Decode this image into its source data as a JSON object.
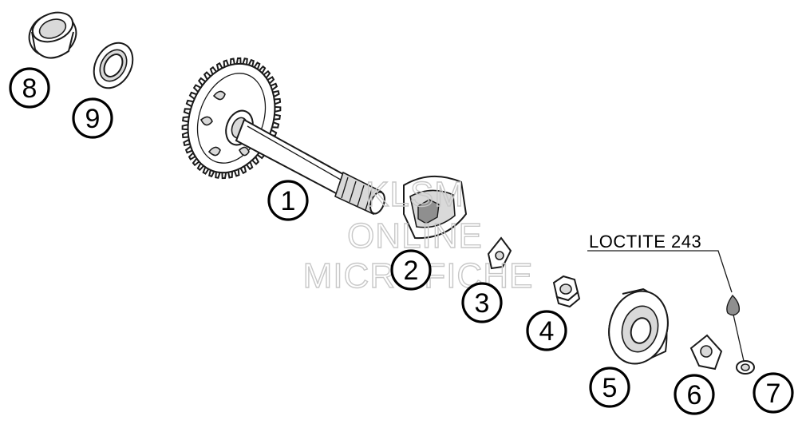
{
  "callouts": [
    {
      "id": "1",
      "label": "1"
    },
    {
      "id": "2",
      "label": "2"
    },
    {
      "id": "3",
      "label": "3"
    },
    {
      "id": "4",
      "label": "4"
    },
    {
      "id": "5",
      "label": "5"
    },
    {
      "id": "6",
      "label": "6"
    },
    {
      "id": "7",
      "label": "7"
    },
    {
      "id": "8",
      "label": "8"
    },
    {
      "id": "9",
      "label": "9"
    }
  ],
  "note": {
    "text": "LOCTITE 243"
  },
  "watermark": {
    "line1": "KLSM",
    "line2": "ONLINE",
    "line3": "MICROFICHE"
  }
}
